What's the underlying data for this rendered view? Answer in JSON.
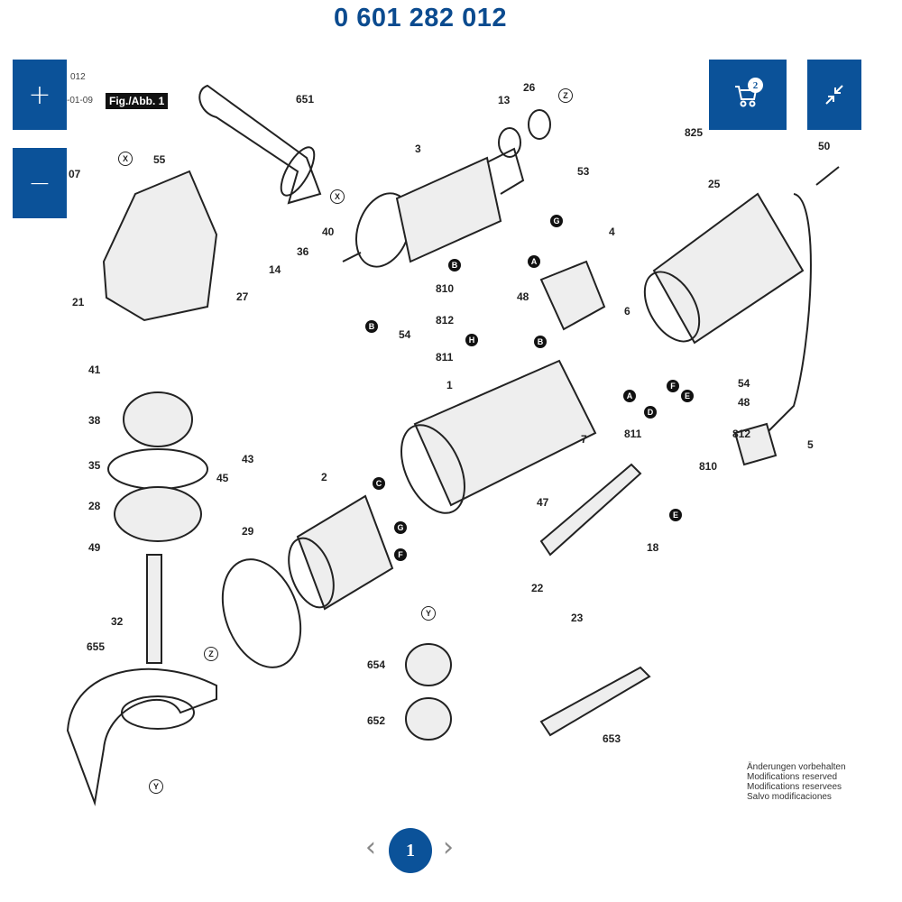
{
  "header": {
    "title": "0 601 282 012"
  },
  "toolbar": {
    "zoom_in_label": "+",
    "zoom_out_label": "−",
    "cart_count": "2",
    "cart_icon": "shopping-cart-icon",
    "collapse_icon": "collapse-arrows-icon"
  },
  "sheet": {
    "part_suffix": "012",
    "date_fragment": "-01-09",
    "figure_label": "Fig./Abb. 1"
  },
  "diagram": {
    "part_labels": [
      "651",
      "13",
      "26",
      "3",
      "55",
      "07",
      "53",
      "825",
      "25",
      "50",
      "4",
      "21",
      "27",
      "14",
      "36",
      "40",
      "810",
      "48",
      "812",
      "811",
      "6",
      "41",
      "54",
      "1",
      "38",
      "45",
      "43",
      "35",
      "811",
      "54",
      "48",
      "812",
      "810",
      "5",
      "7",
      "2",
      "47",
      "28",
      "18",
      "49",
      "29",
      "22",
      "23",
      "32",
      "654",
      "655",
      "652",
      "653"
    ],
    "callouts": {
      "dark": [
        "G",
        "B",
        "A",
        "H",
        "B",
        "B",
        "C",
        "G",
        "F",
        "A",
        "F",
        "E",
        "D",
        "E"
      ],
      "light": [
        "X",
        "X",
        "Z",
        "Z",
        "Y",
        "Y"
      ]
    }
  },
  "notice": {
    "lines": [
      "Änderungen vorbehalten",
      "Modifications reserved",
      "Modifications reservees",
      "Salvo modificaciones"
    ]
  },
  "pagination": {
    "prev_icon": "‹",
    "current_page": "1",
    "next_icon": "›"
  }
}
